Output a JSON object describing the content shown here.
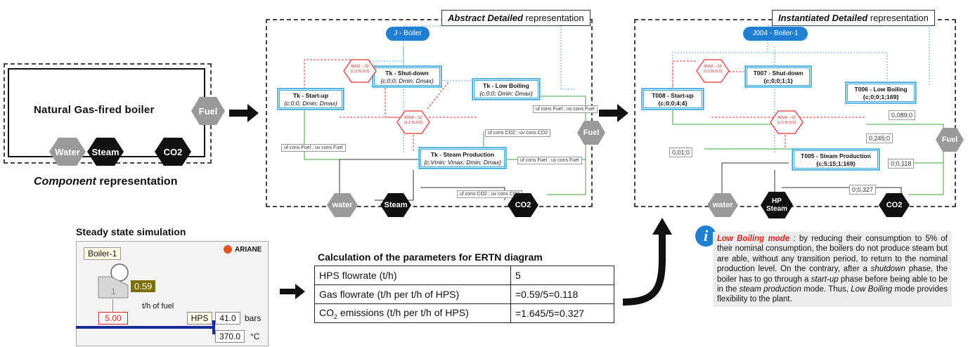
{
  "component": {
    "title": "Natural Gas-fired boiler",
    "caption_italic": "Component",
    "caption_rest": " representation",
    "ports": {
      "fuel": "Fuel",
      "water": "Water",
      "steam": "Steam",
      "co2": "CO2"
    }
  },
  "abstract": {
    "title_italic": "Abstract Detailed",
    "title_rest": " representation",
    "job": "J - Boiler",
    "tasks": {
      "startup": {
        "name": "Tk - Start-up",
        "params": "{c;0;0; Dmin; Dmax}"
      },
      "shutdown": {
        "name": "Tk - Shut-down",
        "params": "{c;0;0; Dmin; Dmax}"
      },
      "lowboiling": {
        "name": "Tk - Low Boiling",
        "params": "{c;0;0; Dmin; Dmax}"
      },
      "steamprod": {
        "name": "Tk - Steam Production",
        "params": "{c;Vmin; Vmax; Dmin; Dmax}"
      }
    },
    "red_nodes": {
      "r1": "R002 – 02 {1;1;N;S;0}",
      "r2": "R004 – 02 {1;1;N;S;0}"
    },
    "labels": {
      "l1": "uf cons Fuel ; uv cons Fuel",
      "l2": "uf cons CO2 ; uv cons CO2",
      "l3": "uf cons Fuel ; uv cons Fuel",
      "l4": "uf cons Fuel ; uv cons Fuel",
      "l5": "uf cons CO2 ; uv cons CO2"
    },
    "ports": {
      "fuel": "Fuel",
      "water": "water",
      "steam": "Steam",
      "co2": "CO2"
    }
  },
  "instantiated": {
    "title_italic": "Instantiated Detailed",
    "title_rest": " representation",
    "job": "J004 - Boiler-1",
    "tasks": {
      "startup": {
        "name": "T008 - Start-up",
        "params": "{c;0;0;4;4}"
      },
      "shutdown": {
        "name": "T007 - Shut-down",
        "params": "{c;0;0;1;1}"
      },
      "lowboiling": {
        "name": "T006 - Low Boiling",
        "params": "{c;0;0;1;169}"
      },
      "steamprod": {
        "name": "T005 - Steam Production",
        "params": "{c;5;15;1;169}"
      }
    },
    "red_nodes": {
      "r1": "R002 – 02 {1;1;N;S;0}",
      "r2": "R004 – 02 {1;1;N;S;0}"
    },
    "labels": {
      "l1": "0,089;0",
      "l2": "0,245;0",
      "l3": "0,01;0",
      "l4": "0;0,118",
      "l5": "0;0,327"
    },
    "ports": {
      "fuel": "Fuel",
      "water": "water",
      "steam_line1": "HP",
      "steam_line2": "Steam",
      "co2": "CO2"
    }
  },
  "simulation": {
    "title": "Steady state simulation",
    "brand": "ARIANE",
    "unit_name": "Boiler-1",
    "unit_number": "1",
    "fuel_value": "0.59",
    "fuel_unit": "t/h of fuel",
    "flow_value": "5.00",
    "stream_name": "HPS",
    "pressure_value": "41.0",
    "pressure_unit": "bars",
    "temperature_value": "370.0",
    "temperature_unit": "°C"
  },
  "calc": {
    "title": "Calculation of the parameters for ERTN diagram",
    "rows": [
      {
        "label": "HPS flowrate (t/h)",
        "value": "5"
      },
      {
        "label": "Gas flowrate (t/h per t/h of HPS)",
        "value": "=0.59/5=0.118"
      },
      {
        "label_pre": "CO",
        "label_sub": "2",
        "label_post": " emissions (t/h per t/h of HPS)",
        "value": "=1.645/5=0.327"
      }
    ]
  },
  "info": {
    "icon": "i",
    "heading": "Low Boiling mode",
    "t1": " : by reducing their consumption to 5% of their nominal consumption, the boilers do not produce steam but are able, without any transition period, to return to the nominal production level. On the contrary, after a ",
    "e1": "shutdown",
    "t2": " phase, the boiler has to go through a ",
    "e2": "start-up",
    "t3": " phase before being able to be in the ",
    "e3": "steam production",
    "t4": " mode. Thus, ",
    "e4": "Low Boiling",
    "t5": " mode provides flexibility to the plant."
  },
  "colors": {
    "accent_blue": "#1f7fd3",
    "task_border": "#2aa0d8",
    "red_link": "#e03030",
    "green_link": "#3aa63a",
    "blue_link": "#5aa8e6",
    "port_gray": "#9a9a9a",
    "port_black": "#111111",
    "info_red": "#d61f1f"
  }
}
